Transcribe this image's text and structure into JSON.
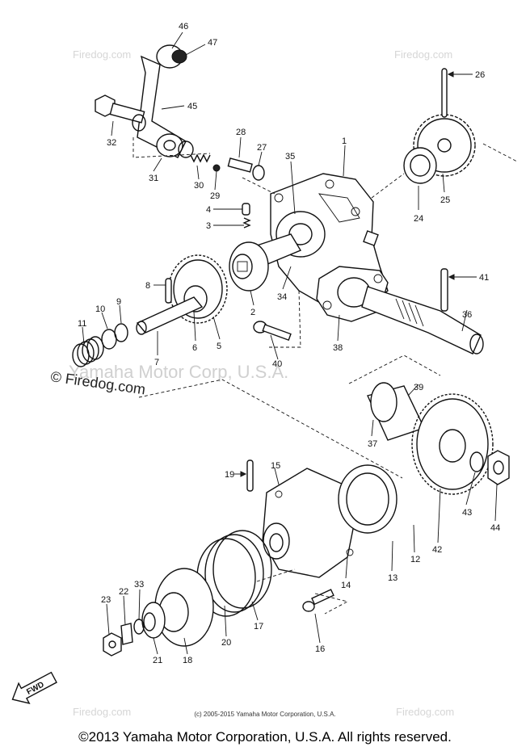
{
  "watermarks": {
    "site": "Firedog.com",
    "copyright_symbol_site": "© Firedog.com",
    "center": "Yamaha Motor Corp, U.S.A."
  },
  "part_labels": [
    "1",
    "2",
    "3",
    "4",
    "5",
    "6",
    "7",
    "8",
    "9",
    "10",
    "11",
    "12",
    "13",
    "14",
    "15",
    "16",
    "17",
    "18",
    "19",
    "20",
    "21",
    "22",
    "23",
    "24",
    "25",
    "26",
    "27",
    "28",
    "29",
    "30",
    "31",
    "32",
    "33",
    "34",
    "35",
    "36",
    "37",
    "38",
    "39",
    "40",
    "41",
    "42",
    "43",
    "44",
    "45",
    "46",
    "47"
  ],
  "fwd_label": "FWD",
  "small_credit": "(c) 2005-2015 Yamaha Motor Corporation, U.S.A.",
  "footer": "©2013 Yamaha Motor Corporation, U.S.A. All rights reserved."
}
